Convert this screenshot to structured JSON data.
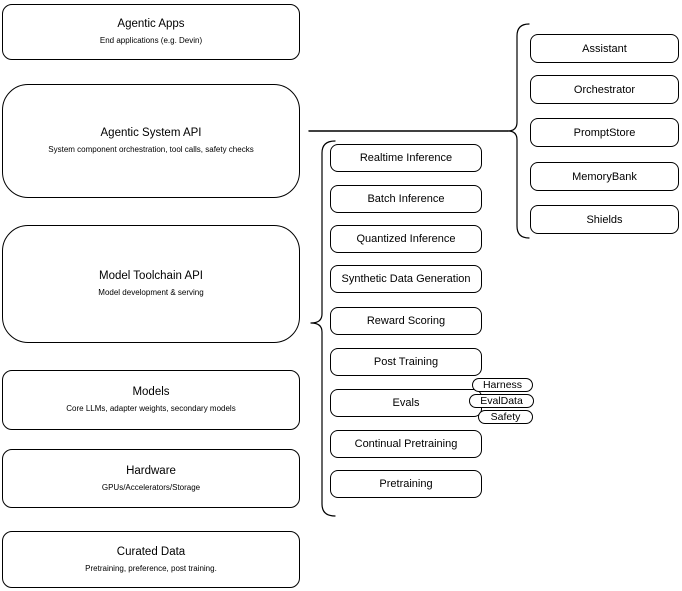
{
  "diagram": {
    "layers": [
      {
        "title": "Agentic Apps",
        "subtitle": "End applications (e.g. Devin)"
      },
      {
        "title": "Agentic System API",
        "subtitle": "System component orchestration, tool calls, safety checks"
      },
      {
        "title": "Model Toolchain API",
        "subtitle": "Model development & serving"
      },
      {
        "title": "Models",
        "subtitle": "Core LLMs, adapter weights, secondary models"
      },
      {
        "title": "Hardware",
        "subtitle": "GPUs/Accelerators/Storage"
      },
      {
        "title": "Curated Data",
        "subtitle": "Pretraining, preference, post training."
      }
    ],
    "toolchain_components": [
      "Realtime Inference",
      "Batch Inference",
      "Quantized Inference",
      "Synthetic Data Generation",
      "Reward Scoring",
      "Post Training",
      "Evals",
      "Continual Pretraining",
      "Pretraining"
    ],
    "eval_tags": [
      "Harness",
      "EvalData",
      "Safety"
    ],
    "system_components": [
      "Assistant",
      "Orchestrator",
      "PromptStore",
      "MemoryBank",
      "Shields"
    ],
    "colors": {
      "stroke": "#000000",
      "background": "#ffffff",
      "text": "#000000"
    }
  }
}
